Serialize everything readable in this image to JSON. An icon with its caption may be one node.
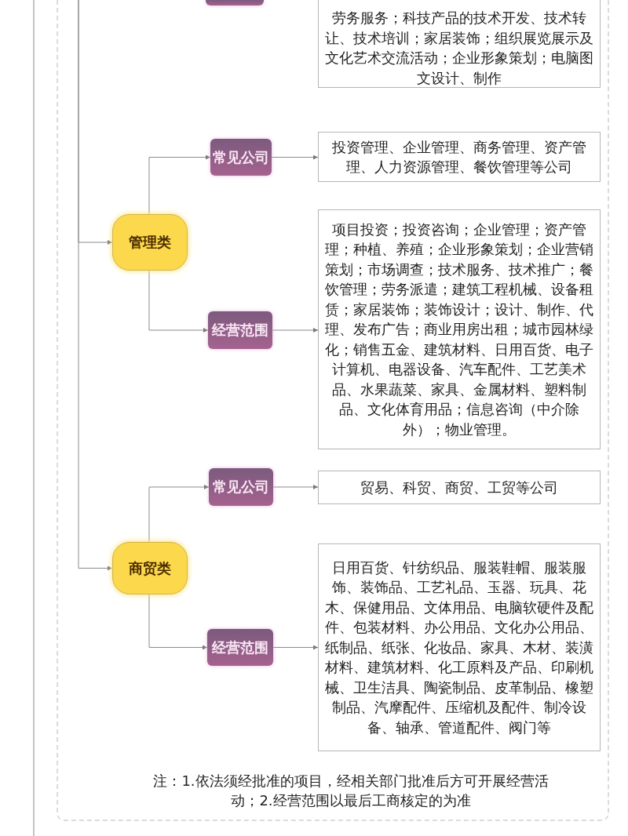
{
  "diagram": {
    "nodes": [
      {
        "text": [],
        "shape": "box"
      },
      {
        "text": [
          "劳务服务；科技产品的技术开发、技术转让、技术培训；家居装饰；组织展览展示及文化艺术交流活动；企业形象策划；电脑图文设计、制作"
        ]
      },
      {
        "text": [
          "管理类"
        ]
      },
      {
        "text": [
          "常见公司"
        ]
      },
      {
        "text": [
          "投资管理、企业管理、商务管理、资产管理、人力资源管理、餐饮管理等公司"
        ]
      },
      {
        "text": [
          "经营范围"
        ]
      },
      {
        "text": [
          "项目投资；投资咨询；企业管理；资产管理；种植、养殖；企业形象策划；企业营销策划；市场调查；技术服务、技术推广；餐饮管理；劳务派遣；建筑工程机械、设备租赁；家居装饰；装饰设计；设计、制作、代理、发布广告；商业用房出租；城市园林绿化；销售五金、建筑材料、日用百货、电子计算机、电器设备、汽车配件、工艺美术品、水果蔬菜、家具、金属材料、塑料制品、文化体育用品；信息咨询（中介除外）；物业管理。"
        ]
      },
      {
        "text": [
          "商贸类"
        ]
      },
      {
        "text": [
          "常见公司"
        ]
      },
      {
        "text": [
          "贸易、科贸、商贸、工贸等公司"
        ]
      },
      {
        "text": [
          "经营范围"
        ]
      },
      {
        "text": [
          "日用百货、针纺织品、服装鞋帽、服装服饰、装饰品、工艺礼品、玉器、玩具、花木、保健用品、文体用品、电脑软硬件及配件、包装材料、办公用品、文化办公用品、纸制品、纸张、化妆品、家具、木材、装潢材料、建筑材料、化工原料及产品、印刷机械、卫生洁具、陶瓷制品、皮革制品、橡塑制品、汽摩配件、压缩机及配件、制冷设备、轴承、管道配件、阀门等"
        ]
      }
    ],
    "edges": [
      {
        "from": null,
        "to": 2,
        "arrow": "to"
      },
      {
        "from": 2,
        "to": 3,
        "arrow": "to"
      },
      {
        "from": 3,
        "to": 4,
        "arrow": "to"
      },
      {
        "from": 2,
        "to": 5,
        "arrow": "to"
      },
      {
        "from": 5,
        "to": 6,
        "arrow": "to"
      },
      {
        "from": null,
        "to": 7,
        "arrow": "to"
      },
      {
        "from": 7,
        "to": 8,
        "arrow": "to"
      },
      {
        "from": 8,
        "to": 9,
        "arrow": "to"
      },
      {
        "from": 7,
        "to": 10,
        "arrow": "to"
      },
      {
        "from": 10,
        "to": 11,
        "arrow": "to"
      }
    ],
    "labels": [
      "注：1.依法须经批准的项目，经相关部门批准后方可开展经营活动；2.经营范围以最后工商核定的为准"
    ]
  }
}
